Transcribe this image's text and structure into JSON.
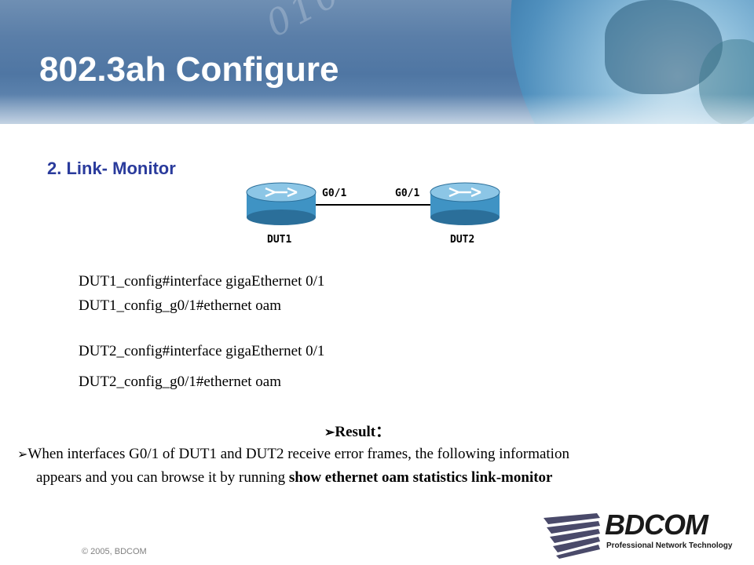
{
  "slide": {
    "title": "802.3ah Configure",
    "subtitle": "2. Link- Monitor"
  },
  "diagram": {
    "device_left": "DUT1",
    "device_right": "DUT2",
    "port_left": "G0/1",
    "port_right": "G0/1",
    "router_color": "#3f93c4"
  },
  "commands": [
    "DUT1_config#interface gigaEthernet 0/1",
    "DUT1_config_g0/1#ethernet oam",
    "DUT2_config#interface gigaEthernet 0/1",
    "DUT2_config_g0/1#ethernet oam"
  ],
  "result": {
    "label": "Result：",
    "line1": "When interfaces G0/1 of DUT1 and DUT2 receive error frames, the following information",
    "line2_prefix": "appears and you can browse it by running ",
    "line2_command": "show ethernet oam statistics link-monitor",
    "bullet_icon": "arrow-bullet-icon"
  },
  "footer": {
    "copyright": "© 2005, BDCOM",
    "logo_name": "BDCOM",
    "logo_tagline": "Professional Network Technology"
  },
  "colors": {
    "title_text": "#ffffff",
    "subtitle_text": "#2a3b9c",
    "header_blue": "#5a7ea8"
  }
}
